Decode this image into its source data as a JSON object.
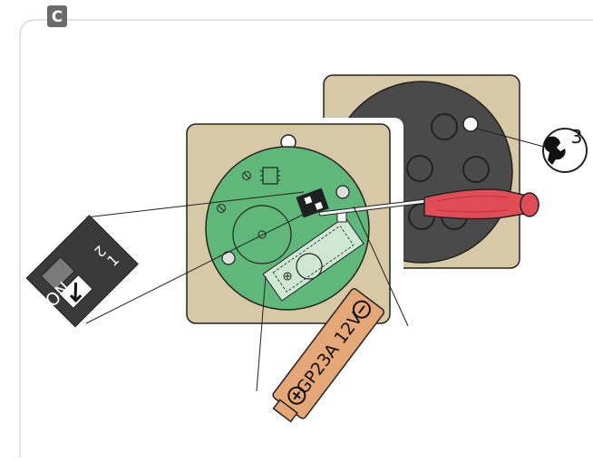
{
  "panel": {
    "label": "C"
  },
  "callout": {
    "number": "3",
    "icon": "wrench-icon"
  },
  "battery": {
    "label": "GP23A 12V",
    "plus_icon": "plus-circle-icon",
    "minus_icon": "minus-circle-icon"
  },
  "dip_switch": {
    "pos1": "1",
    "pos2": "2",
    "on_label": "ON"
  },
  "colors": {
    "panel_tag": "#6b6b6b",
    "plate": "#d8c9a6",
    "board": "#5fb879",
    "dark_disk": "#4a4a4a",
    "battery": "#e6a777",
    "screwdriver": "#e14d57",
    "switch_body": "#3a3a3a"
  }
}
